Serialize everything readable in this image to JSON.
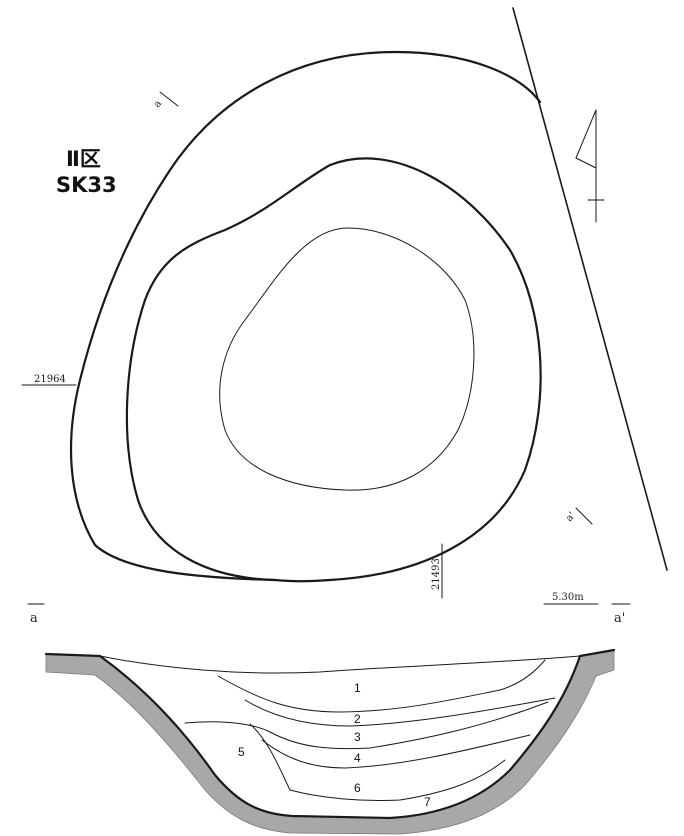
{
  "title": {
    "area": "Ⅱ区",
    "feature": "SK33"
  },
  "plan": {
    "grid_label_left": "21964",
    "grid_label_bottom": "21493",
    "section_marker_start": "a",
    "section_marker_end": "a'"
  },
  "section": {
    "elevation_label": "5.30m",
    "start_label": "a",
    "end_label": "a'",
    "layers": [
      "1",
      "2",
      "3",
      "4",
      "5",
      "6",
      "7"
    ]
  }
}
